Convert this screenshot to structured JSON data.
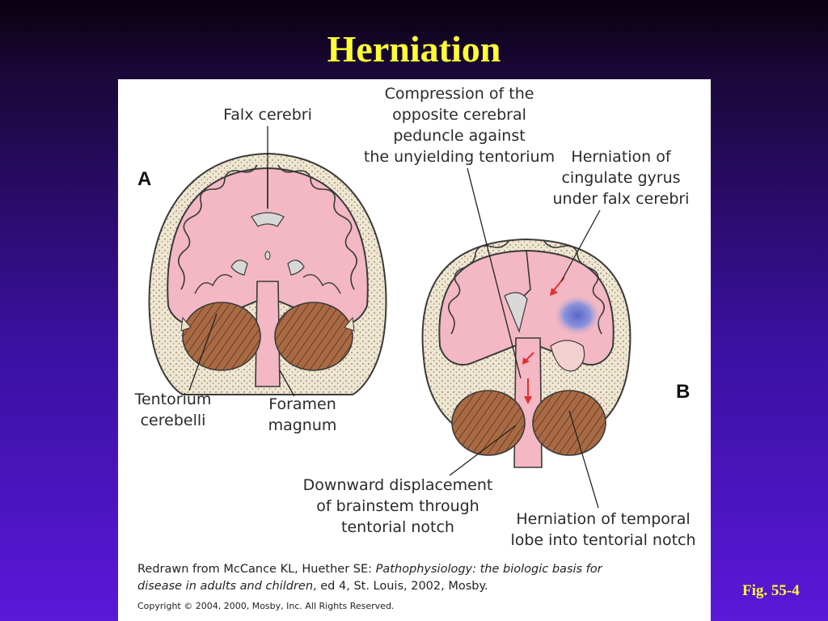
{
  "slide": {
    "title": "Herniation",
    "figure_number": "Fig. 55-4"
  },
  "figure": {
    "panel_a": {
      "letter": "A",
      "labels": {
        "falx_cerebri": "Falx cerebri",
        "tentorium_line1": "Tentorium",
        "tentorium_line2": "cerebelli",
        "foramen_line1": "Foramen",
        "foramen_line2": "magnum"
      }
    },
    "panel_b": {
      "letter": "B",
      "labels": {
        "compression_line1": "Compression of the",
        "compression_line2": "opposite cerebral",
        "compression_line3": "peduncle against",
        "compression_line4": "the unyielding tentorium",
        "cingulate_line1": "Herniation of",
        "cingulate_line2": "cingulate gyrus",
        "cingulate_line3": "under falx cerebri",
        "downward_line1": "Downward displacement",
        "downward_line2": "of brainstem through",
        "downward_line3": "tentorial notch",
        "temporal_line1": "Herniation of temporal",
        "temporal_line2": "lobe into tentorial notch"
      }
    },
    "caption": {
      "prefix": "Redrawn from McCance KL, Huether SE: ",
      "title_italic_1": "Pathophysiology: the biologic basis for",
      "title_italic_2": "disease in adults and children",
      "suffix": ", ed 4, St. Louis, 2002, Mosby."
    },
    "copyright": "Copyright © 2004, 2000, Mosby, Inc. All Rights Reserved."
  },
  "colors": {
    "title": "#ffff33",
    "brain": "#f3b8c4",
    "skull": "#efe6d2",
    "cerebellum": "#a86a44",
    "mass": "#6a78d0",
    "arrow": "#e03030"
  }
}
